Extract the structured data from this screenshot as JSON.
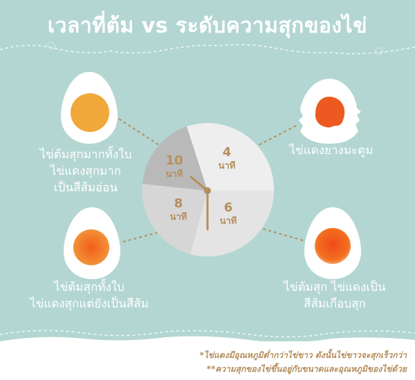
{
  "title": "เวลาที่ต้ม vs ระดับความสุกของไข่",
  "colors": {
    "background": "#b3d6d2",
    "white": "#ffffff",
    "accent": "#b48e5b",
    "yolk_cooked": "#f0a83a",
    "yolk_soft": "#f2701f",
    "yolk_runny": "#ec5a22",
    "clock_light": "#eeeeee",
    "clock_mid": "#d9d9d9",
    "clock_gray": "#bfbfbf",
    "clock_dark": "#a9a9a9"
  },
  "clock": {
    "unit": "นาที",
    "segments": [
      {
        "value": "4",
        "unit": "นาที"
      },
      {
        "value": "6",
        "unit": "นาที"
      },
      {
        "value": "8",
        "unit": "นาที"
      },
      {
        "value": "10",
        "unit": "นาที"
      }
    ]
  },
  "eggs": {
    "ten_min": {
      "caption": [
        "ไข่ต้มสุกมากทั้งใบ",
        "ไข่แดงสุกมาก",
        "เป็นสีส้มอ่อน"
      ],
      "icon": "hard-boiled-egg-icon"
    },
    "four_min": {
      "caption": [
        "ไข่แดงยางมะตูม"
      ],
      "icon": "soft-boiled-egg-icon"
    },
    "eight_min": {
      "caption": [
        "ไข่ต้มสุกทั้งใบ",
        "ไข่แดงสุกแต่ยังเป็นสีส้ม"
      ],
      "icon": "medium-boiled-egg-icon"
    },
    "six_min": {
      "caption": [
        "ไข่ต้มสุก ไข่แดงเป็น",
        "สีส้มเกือบสุก"
      ],
      "icon": "medium-soft-egg-icon"
    }
  },
  "notes": [
    "*ไข่แดงมีอุณหภูมิต่ำกว่าไข่ขาว ดังนั้นไข่ขาวจะสุกเร็วกว่า",
    "**ความสุกของไข่ขึ้นอยู่กับขนาดและอุณหภูมิของไข่ด้วย"
  ]
}
